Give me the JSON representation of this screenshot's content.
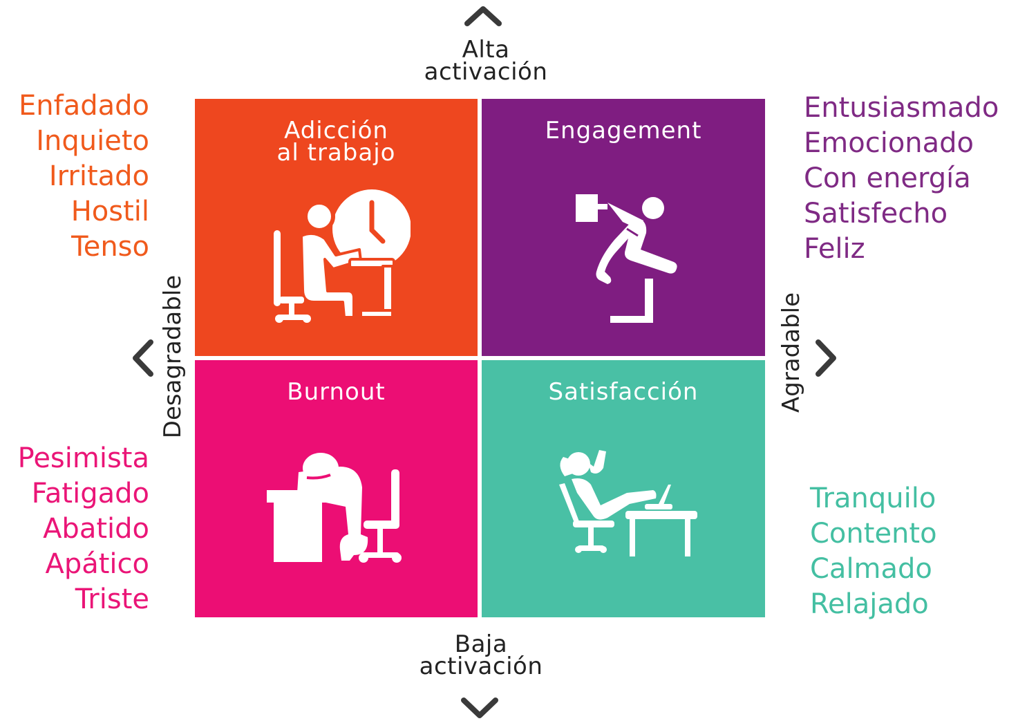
{
  "axes": {
    "top": "Alta\nactivación",
    "bottom": "Baja\nactivación",
    "left": "Desagradable",
    "right": "Agradable"
  },
  "quadrants": {
    "top_left": {
      "title": "Adicción\nal trabajo",
      "color": "#ee471f",
      "icon": "worker-at-desk-with-clock-icon"
    },
    "top_right": {
      "title": "Engagement",
      "color": "#7f1d81",
      "icon": "person-leaping-with-briefcase-icon"
    },
    "bottom_left": {
      "title": "Burnout",
      "color": "#ec0e74",
      "icon": "exhausted-person-head-on-desk-icon"
    },
    "bottom_right": {
      "title": "Satisfacción",
      "color": "#49c0a5",
      "icon": "relaxed-person-feet-on-desk-icon"
    }
  },
  "emotion_lists": {
    "top_left": {
      "color": "#f05a1c",
      "items": [
        "Enfadado",
        "Inquieto",
        "Irritado",
        "Hostil",
        "Tenso"
      ]
    },
    "top_right": {
      "color": "#7f2a84",
      "items": [
        "Entusiasmado",
        "Emocionado",
        "Con energía",
        "Satisfecho",
        "Feliz"
      ]
    },
    "bottom_left": {
      "color": "#ea1577",
      "items": [
        "Pesimista",
        "Fatigado",
        "Abatido",
        "Apático",
        "Triste"
      ]
    },
    "bottom_right": {
      "color": "#44bfa2",
      "items": [
        "Tranquilo",
        "Contento",
        "Calmado",
        "Relajado"
      ]
    }
  },
  "arrows": [
    "chevron-up-icon",
    "chevron-down-icon",
    "chevron-left-icon",
    "chevron-right-icon"
  ]
}
